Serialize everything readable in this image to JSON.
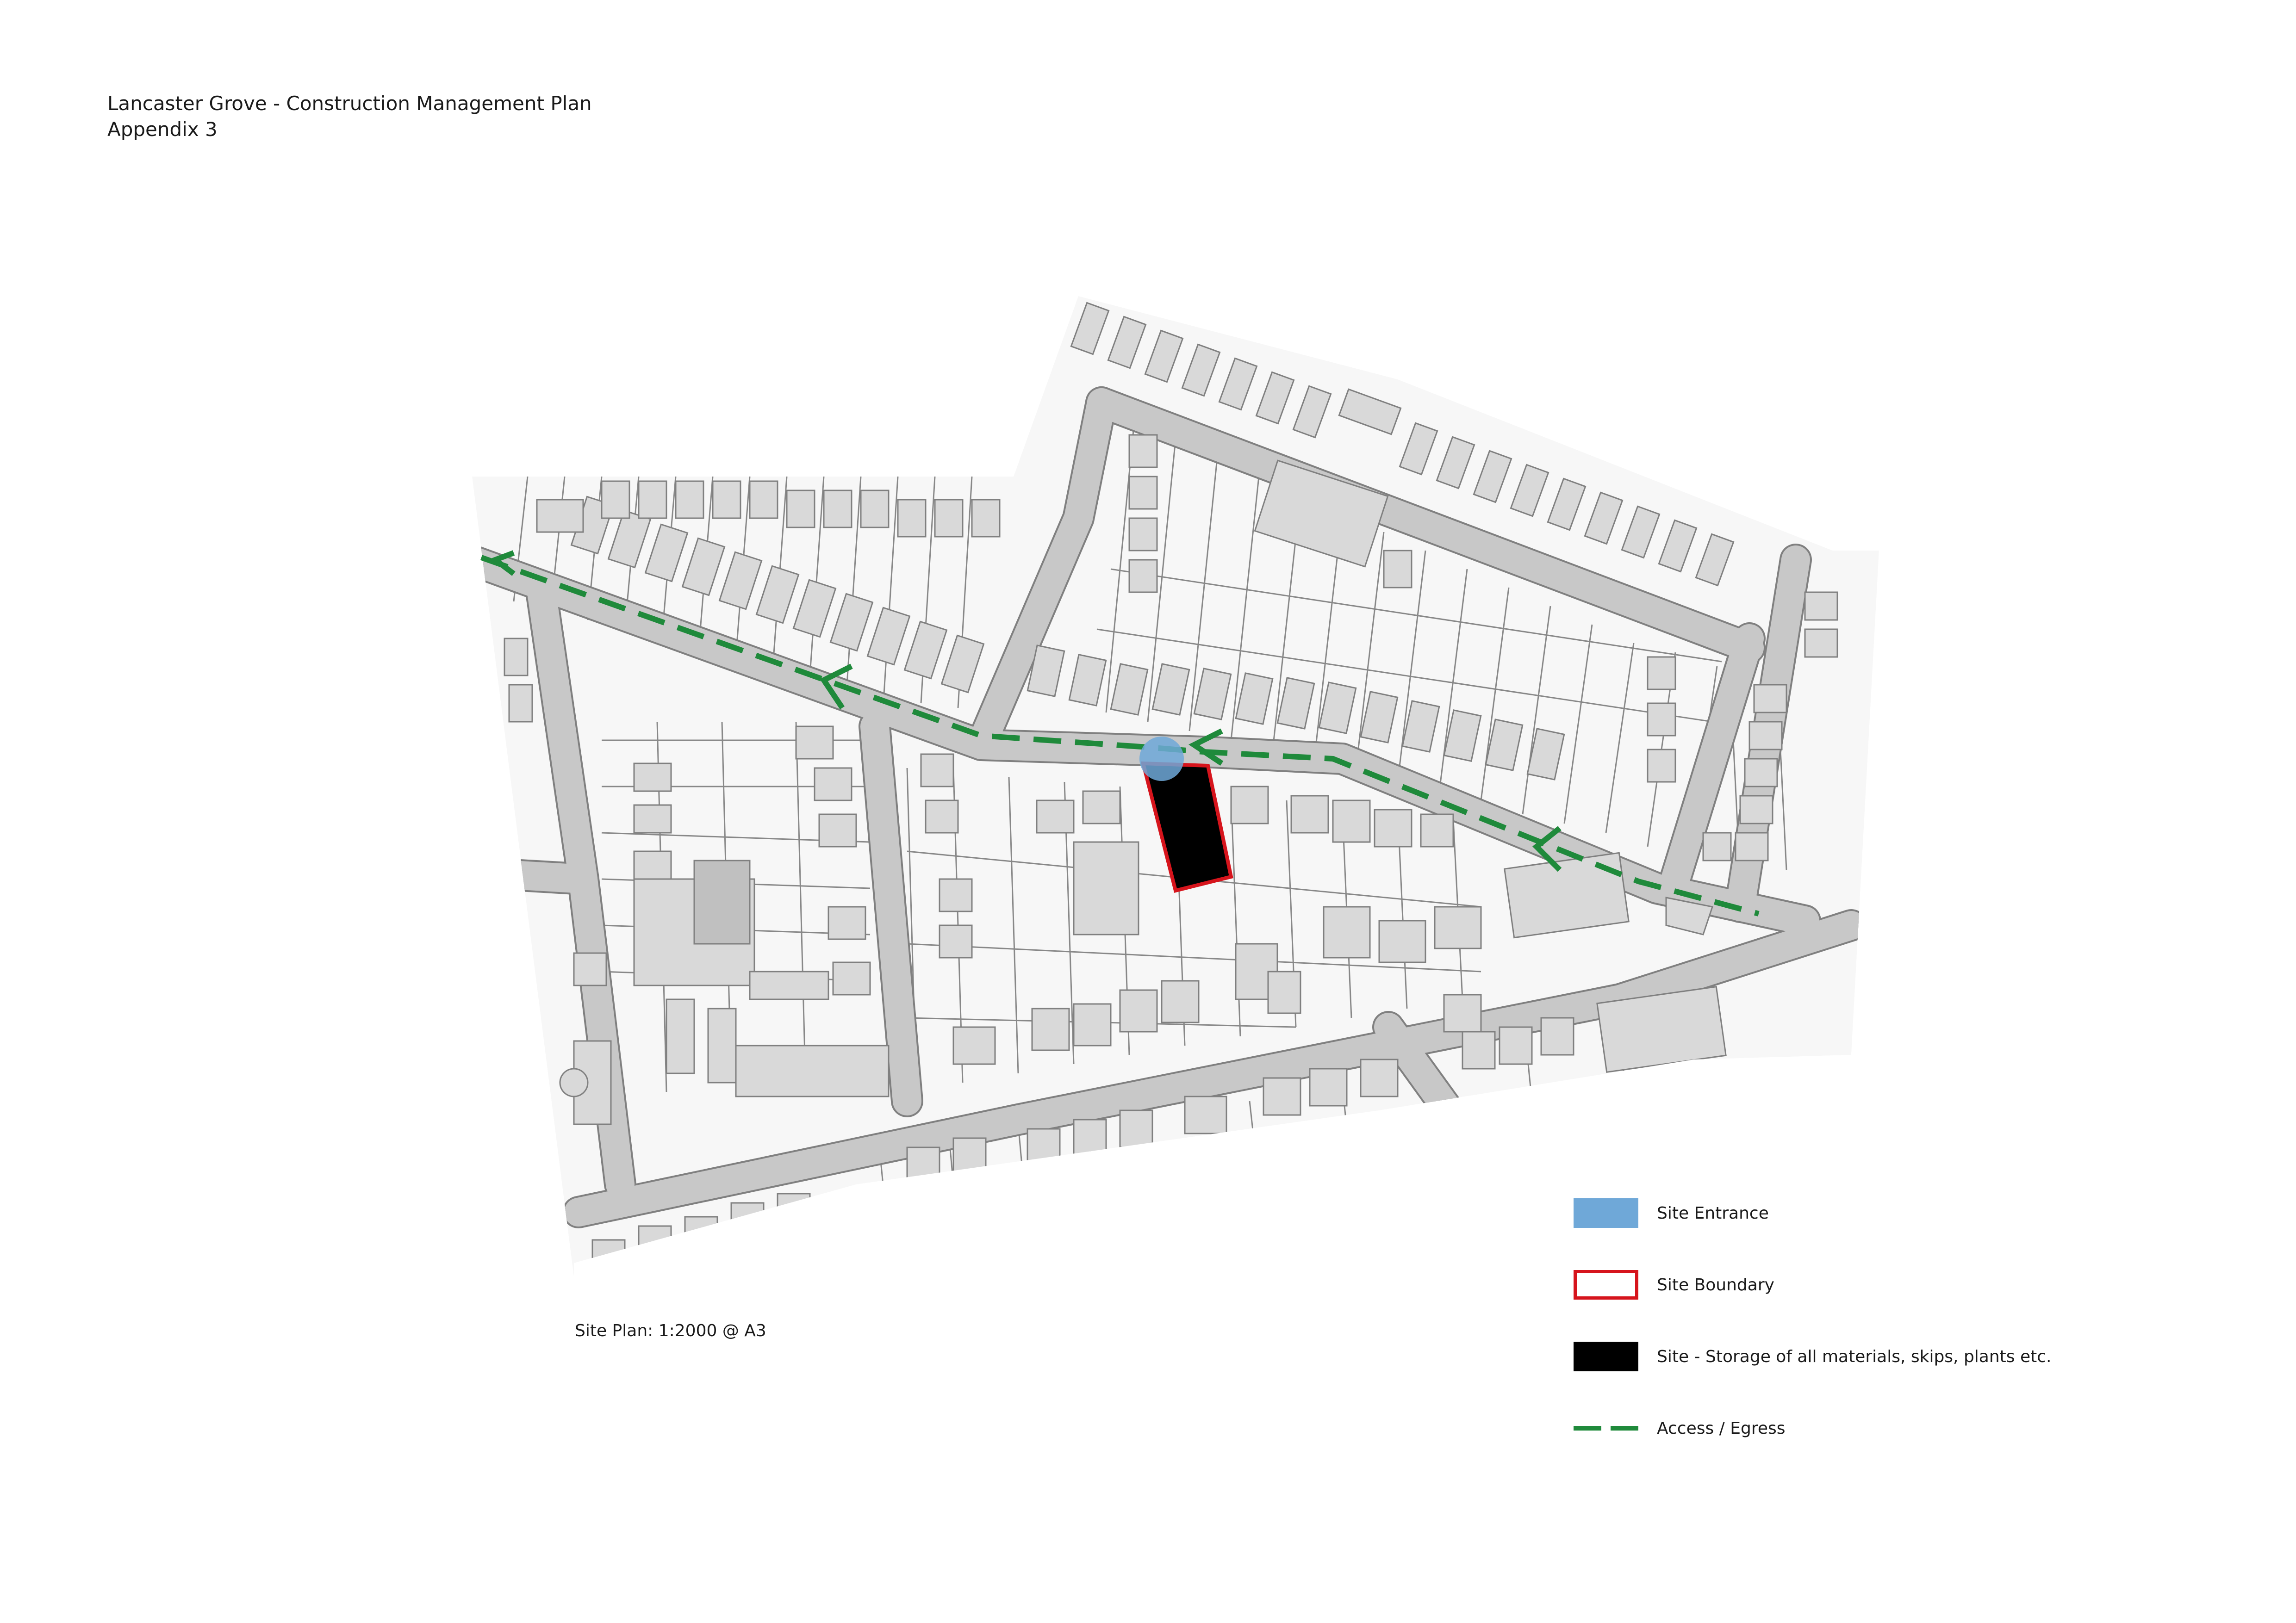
{
  "header": {
    "title": "Lancaster Grove - Construction Management Plan",
    "subtitle": "Appendix 3"
  },
  "scale_note": "Site Plan: 1:2000 @ A3",
  "legend": {
    "site_entrance": "Site Entrance",
    "site_boundary": "Site Boundary",
    "site_storage": "Site - Storage of all materials, skips, plants etc.",
    "access_egress": "Access / Egress"
  },
  "colors": {
    "road": "#c8c8c8",
    "plot": "#ffffff",
    "building": "#d9d9d9",
    "outline": "#808080",
    "site_entrance": "#6fa8d8",
    "site_boundary": "#d6141c",
    "site_fill": "#000000",
    "access_route": "#1f8a3b"
  },
  "icons": {
    "route_arrow": "chevron-left-arrow",
    "entrance_marker": "circle"
  }
}
